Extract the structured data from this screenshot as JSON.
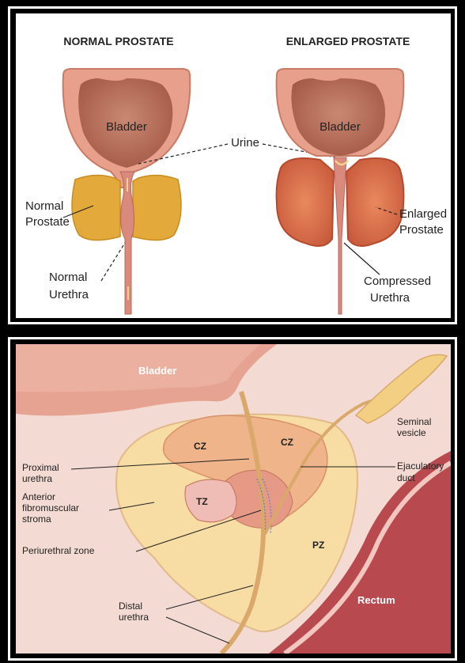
{
  "top": {
    "title_left": "NORMAL PROSTATE",
    "title_right": "ENLARGED PROSTATE",
    "bladder_left": "Bladder",
    "bladder_right": "Bladder",
    "urine": "Urine",
    "normal_prostate": [
      "Normal",
      "Prostate"
    ],
    "normal_urethra": [
      "Normal",
      "Urethra"
    ],
    "enlarged_prostate": [
      "Enlarged",
      "Prostate"
    ],
    "compressed_urethra": [
      "Compressed",
      "Urethra"
    ]
  },
  "bottom": {
    "bladder": "Bladder",
    "cz_left": "CZ",
    "cz_right": "CZ",
    "tz": "TZ",
    "pz": "PZ",
    "seminal_vesicle": [
      "Seminal",
      "vesicle"
    ],
    "ejaculatory_duct": [
      "Ejaculatory",
      "duct"
    ],
    "proximal_urethra": [
      "Proximal",
      "urethra"
    ],
    "anterior_stroma": [
      "Anterior",
      "fibromuscular",
      "stroma"
    ],
    "periurethral_zone": "Periurethral zone",
    "distal_urethra": [
      "Distal",
      "urethra"
    ],
    "rectum": "Rectum"
  },
  "colors": {
    "bladder_wall": "#e7a391",
    "bladder_inner": "#b66a57",
    "normal_prostate": "#e3a93a",
    "enlarged_prostate": "#d9704e",
    "background_pink": "#f3dad2",
    "rectum": "#b84a4f",
    "gland_yellow": "#f7dca3"
  }
}
